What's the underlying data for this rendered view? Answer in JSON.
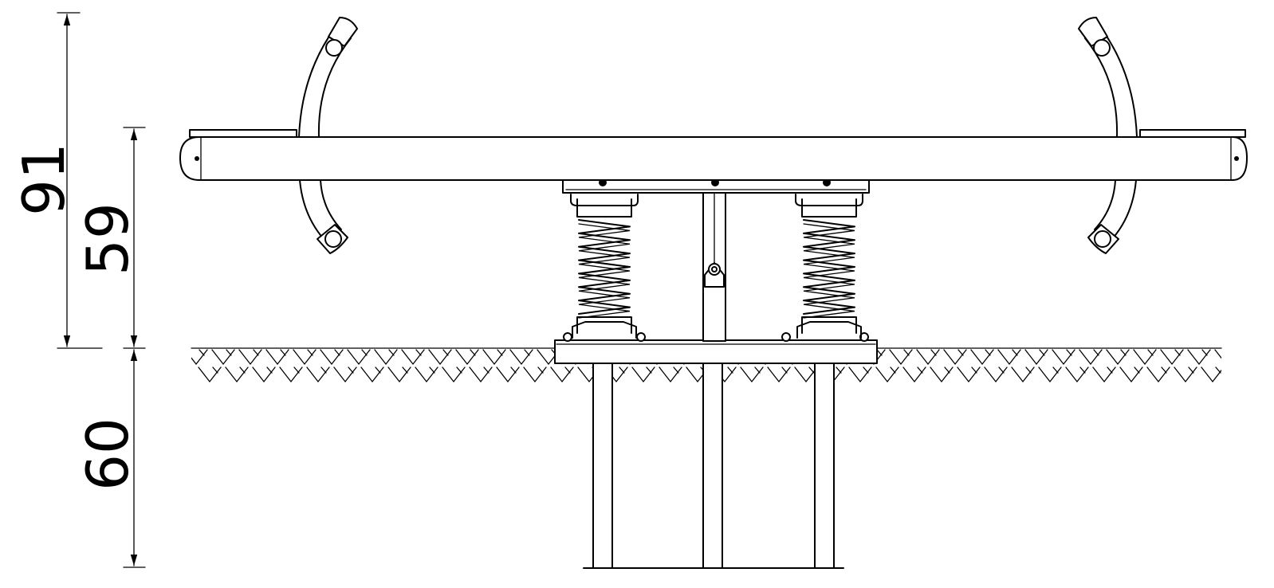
{
  "dimensions": [
    {
      "id": "total_height",
      "label": "91"
    },
    {
      "id": "seat_height",
      "label": "59"
    },
    {
      "id": "foundation_depth",
      "label": "60"
    }
  ]
}
